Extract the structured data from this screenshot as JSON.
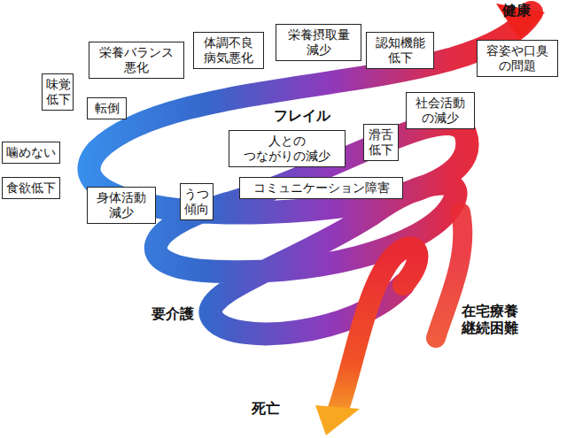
{
  "diagram": {
    "nodes": [
      {
        "text": [
          "栄養バランス 悪化"
        ]
      },
      {
        "text": [
          "体調不良 病気悪化"
        ]
      },
      {
        "text": [
          "栄養摂取量 減少"
        ]
      },
      {
        "text": [
          "認知機能 低下"
        ]
      },
      {
        "text": [
          "容姿や口臭 の問題"
        ]
      },
      {
        "text": [
          "味覚 低下"
        ]
      },
      {
        "text": [
          "転倒"
        ]
      },
      {
        "text": [
          "社会活動 の減少"
        ]
      },
      {
        "text": [
          "滑舌 低下"
        ]
      },
      {
        "text": [
          "人との つながりの減少"
        ]
      },
      {
        "text": [
          "噛めない"
        ]
      },
      {
        "text": [
          "食欲低下"
        ]
      },
      {
        "text": [
          "身体活動 減少"
        ]
      },
      {
        "text": [
          "うつ 傾向"
        ]
      },
      {
        "text": [
          "コミュニケーション障害"
        ]
      }
    ],
    "labels": [
      "健康",
      "フレイル",
      "要介護",
      "在宅療養 継続困難",
      "死亡"
    ]
  }
}
